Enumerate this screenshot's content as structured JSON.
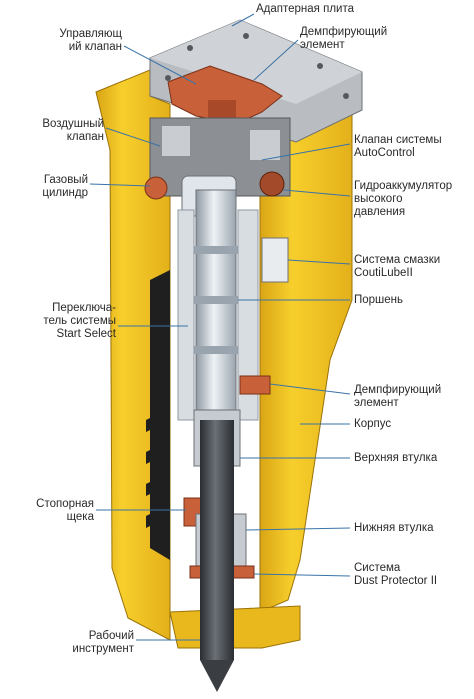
{
  "labels": {
    "adapter_plate": [
      "Адаптерная плита"
    ],
    "control_valve": [
      "Управляющ",
      "ий клапан"
    ],
    "damper_top": [
      "Демпфирующий",
      "элемент"
    ],
    "air_valve": [
      "Воздушный",
      "клапан"
    ],
    "autocontrol": [
      "Клапан системы",
      "AutoControl"
    ],
    "gas_cylinder": [
      "Газовый",
      "цилиндр"
    ],
    "accumulator": [
      "Гидроаккумулятор",
      "высокого",
      "давления"
    ],
    "coutilube": [
      "Система смазки",
      "CoutiLubeII"
    ],
    "start_select": [
      "Переключа-",
      "тель системы",
      "Start Select"
    ],
    "piston": [
      "Поршень"
    ],
    "damper_mid": [
      "Демпфирующий",
      "элемент"
    ],
    "body": [
      "Корпус"
    ],
    "upper_bushing": [
      "Верхняя втулка"
    ],
    "retainer": [
      "Стопорная",
      "щека"
    ],
    "lower_bushing": [
      "Нижняя втулка"
    ],
    "dust_protector": [
      "Система",
      "Dust Protector II"
    ],
    "tool": [
      "Рабочий",
      "инструмент"
    ]
  },
  "colors": {
    "housing_yellow": "#f2c21e",
    "housing_shadow": "#c99410",
    "plate_gray": "#b9bcc0",
    "copper": "#c8603a",
    "steel": "#cfd6dc",
    "dark": "#2b2b2b",
    "leader": "#3a73a8"
  }
}
